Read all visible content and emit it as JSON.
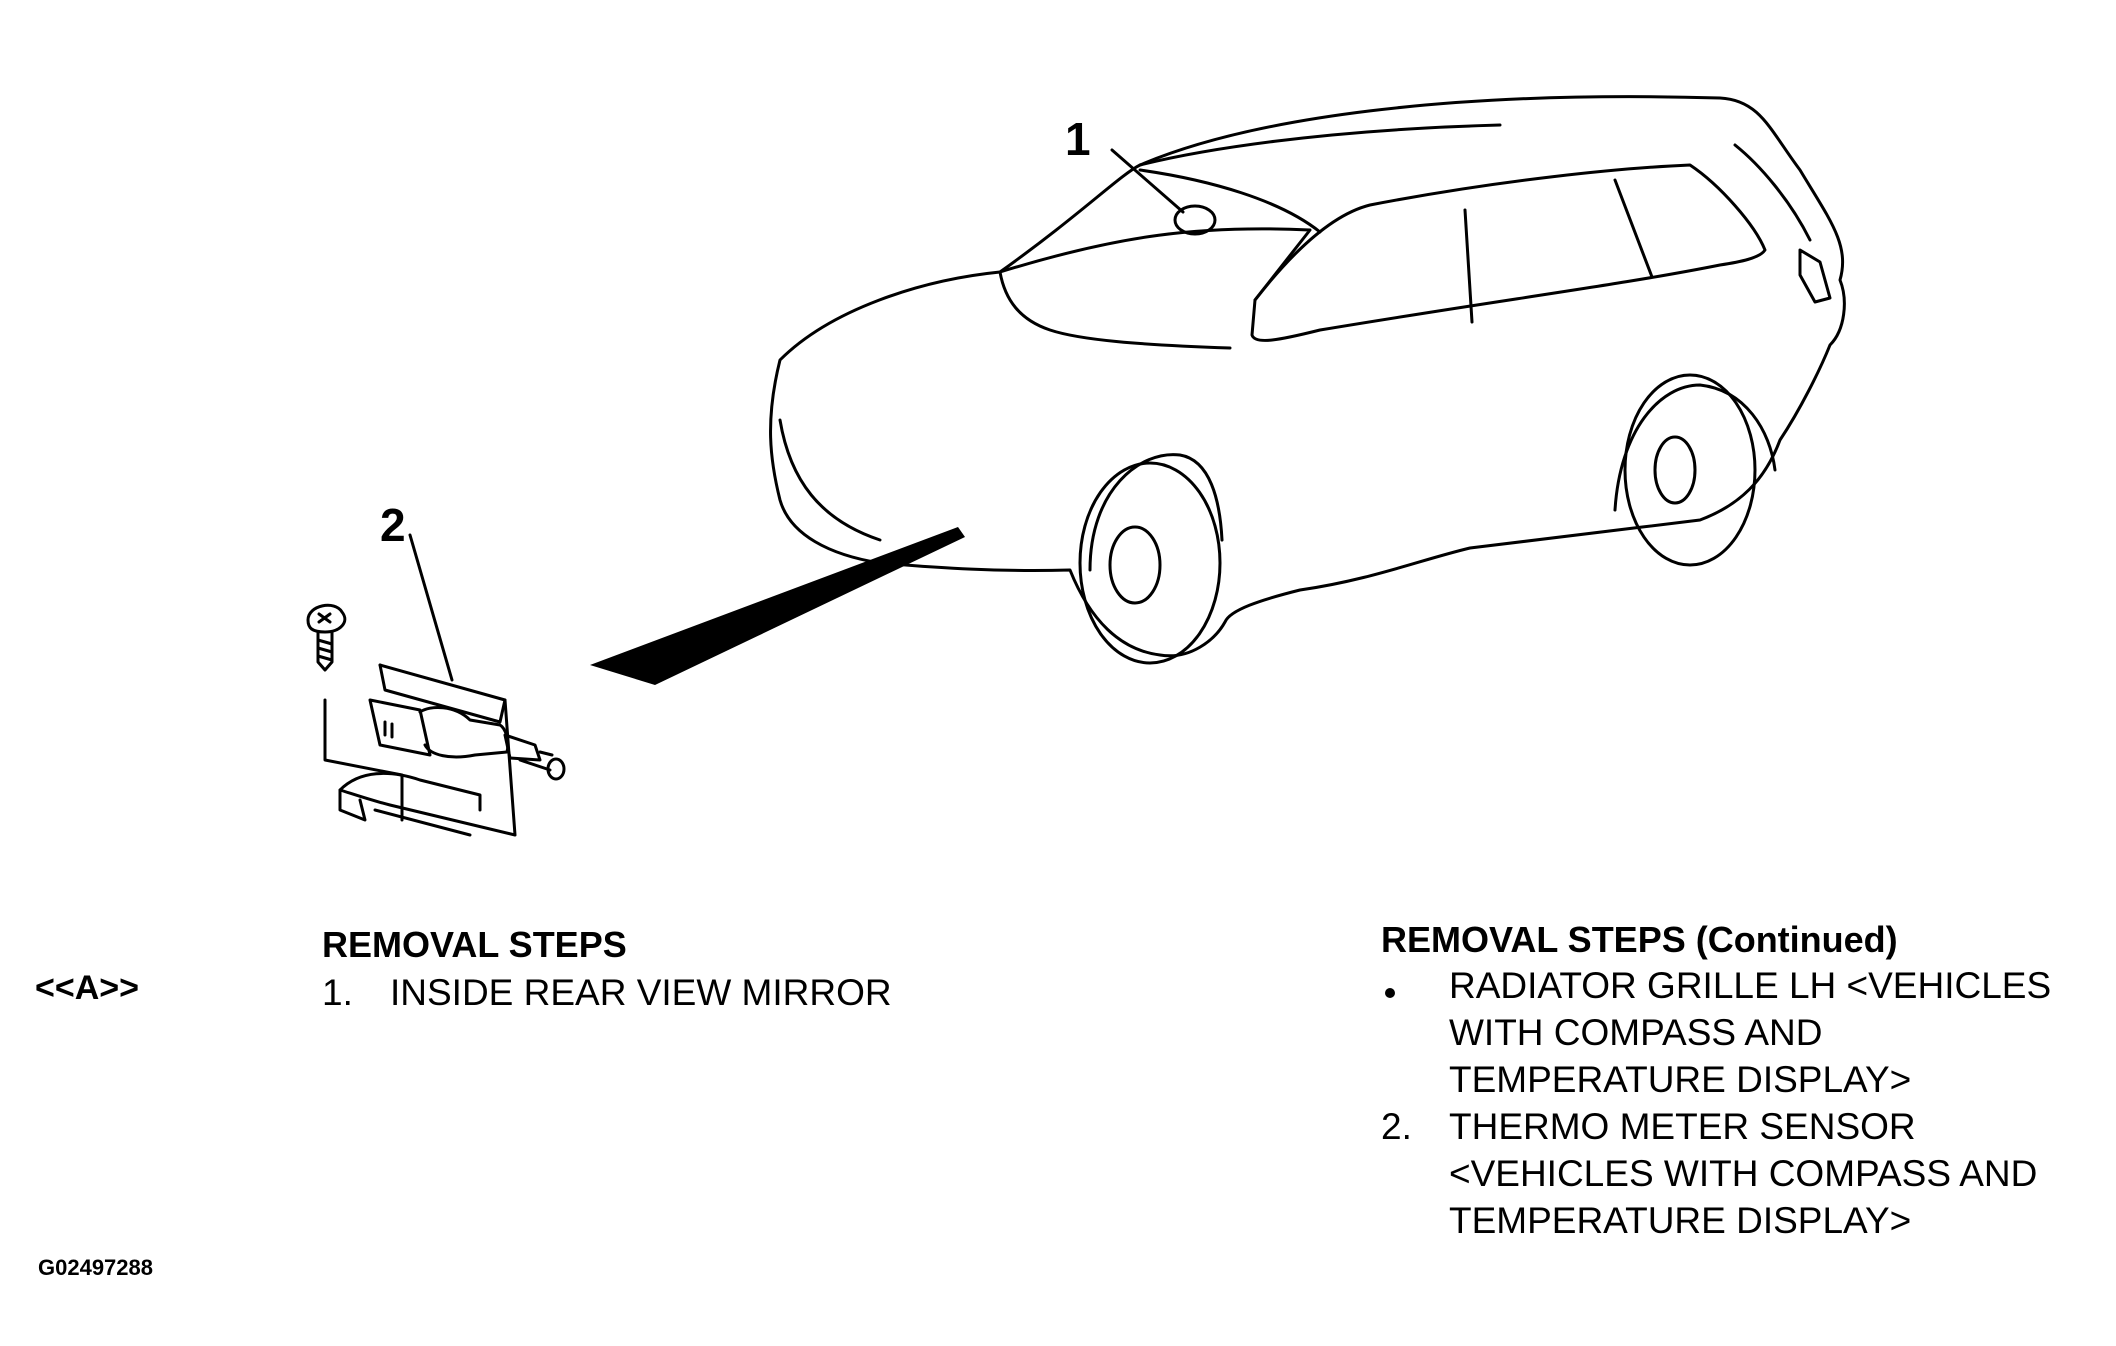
{
  "callouts": {
    "one": "1",
    "two": "2"
  },
  "left_panel": {
    "heading": "REMOVAL STEPS",
    "ref": "<<A>>",
    "steps": [
      {
        "num": "1.",
        "text": "INSIDE REAR VIEW MIRROR"
      }
    ]
  },
  "right_panel": {
    "heading": "REMOVAL STEPS (Continued)",
    "bullet": {
      "lines": [
        "RADIATOR GRILLE LH <VEHICLES",
        "WITH COMPASS AND",
        "TEMPERATURE DISPLAY>"
      ]
    },
    "step2": {
      "num": "2.",
      "lines": [
        "THERMO METER SENSOR",
        "<VEHICLES WITH COMPASS AND",
        "TEMPERATURE DISPLAY>"
      ]
    }
  },
  "figure_id": "G02497288"
}
